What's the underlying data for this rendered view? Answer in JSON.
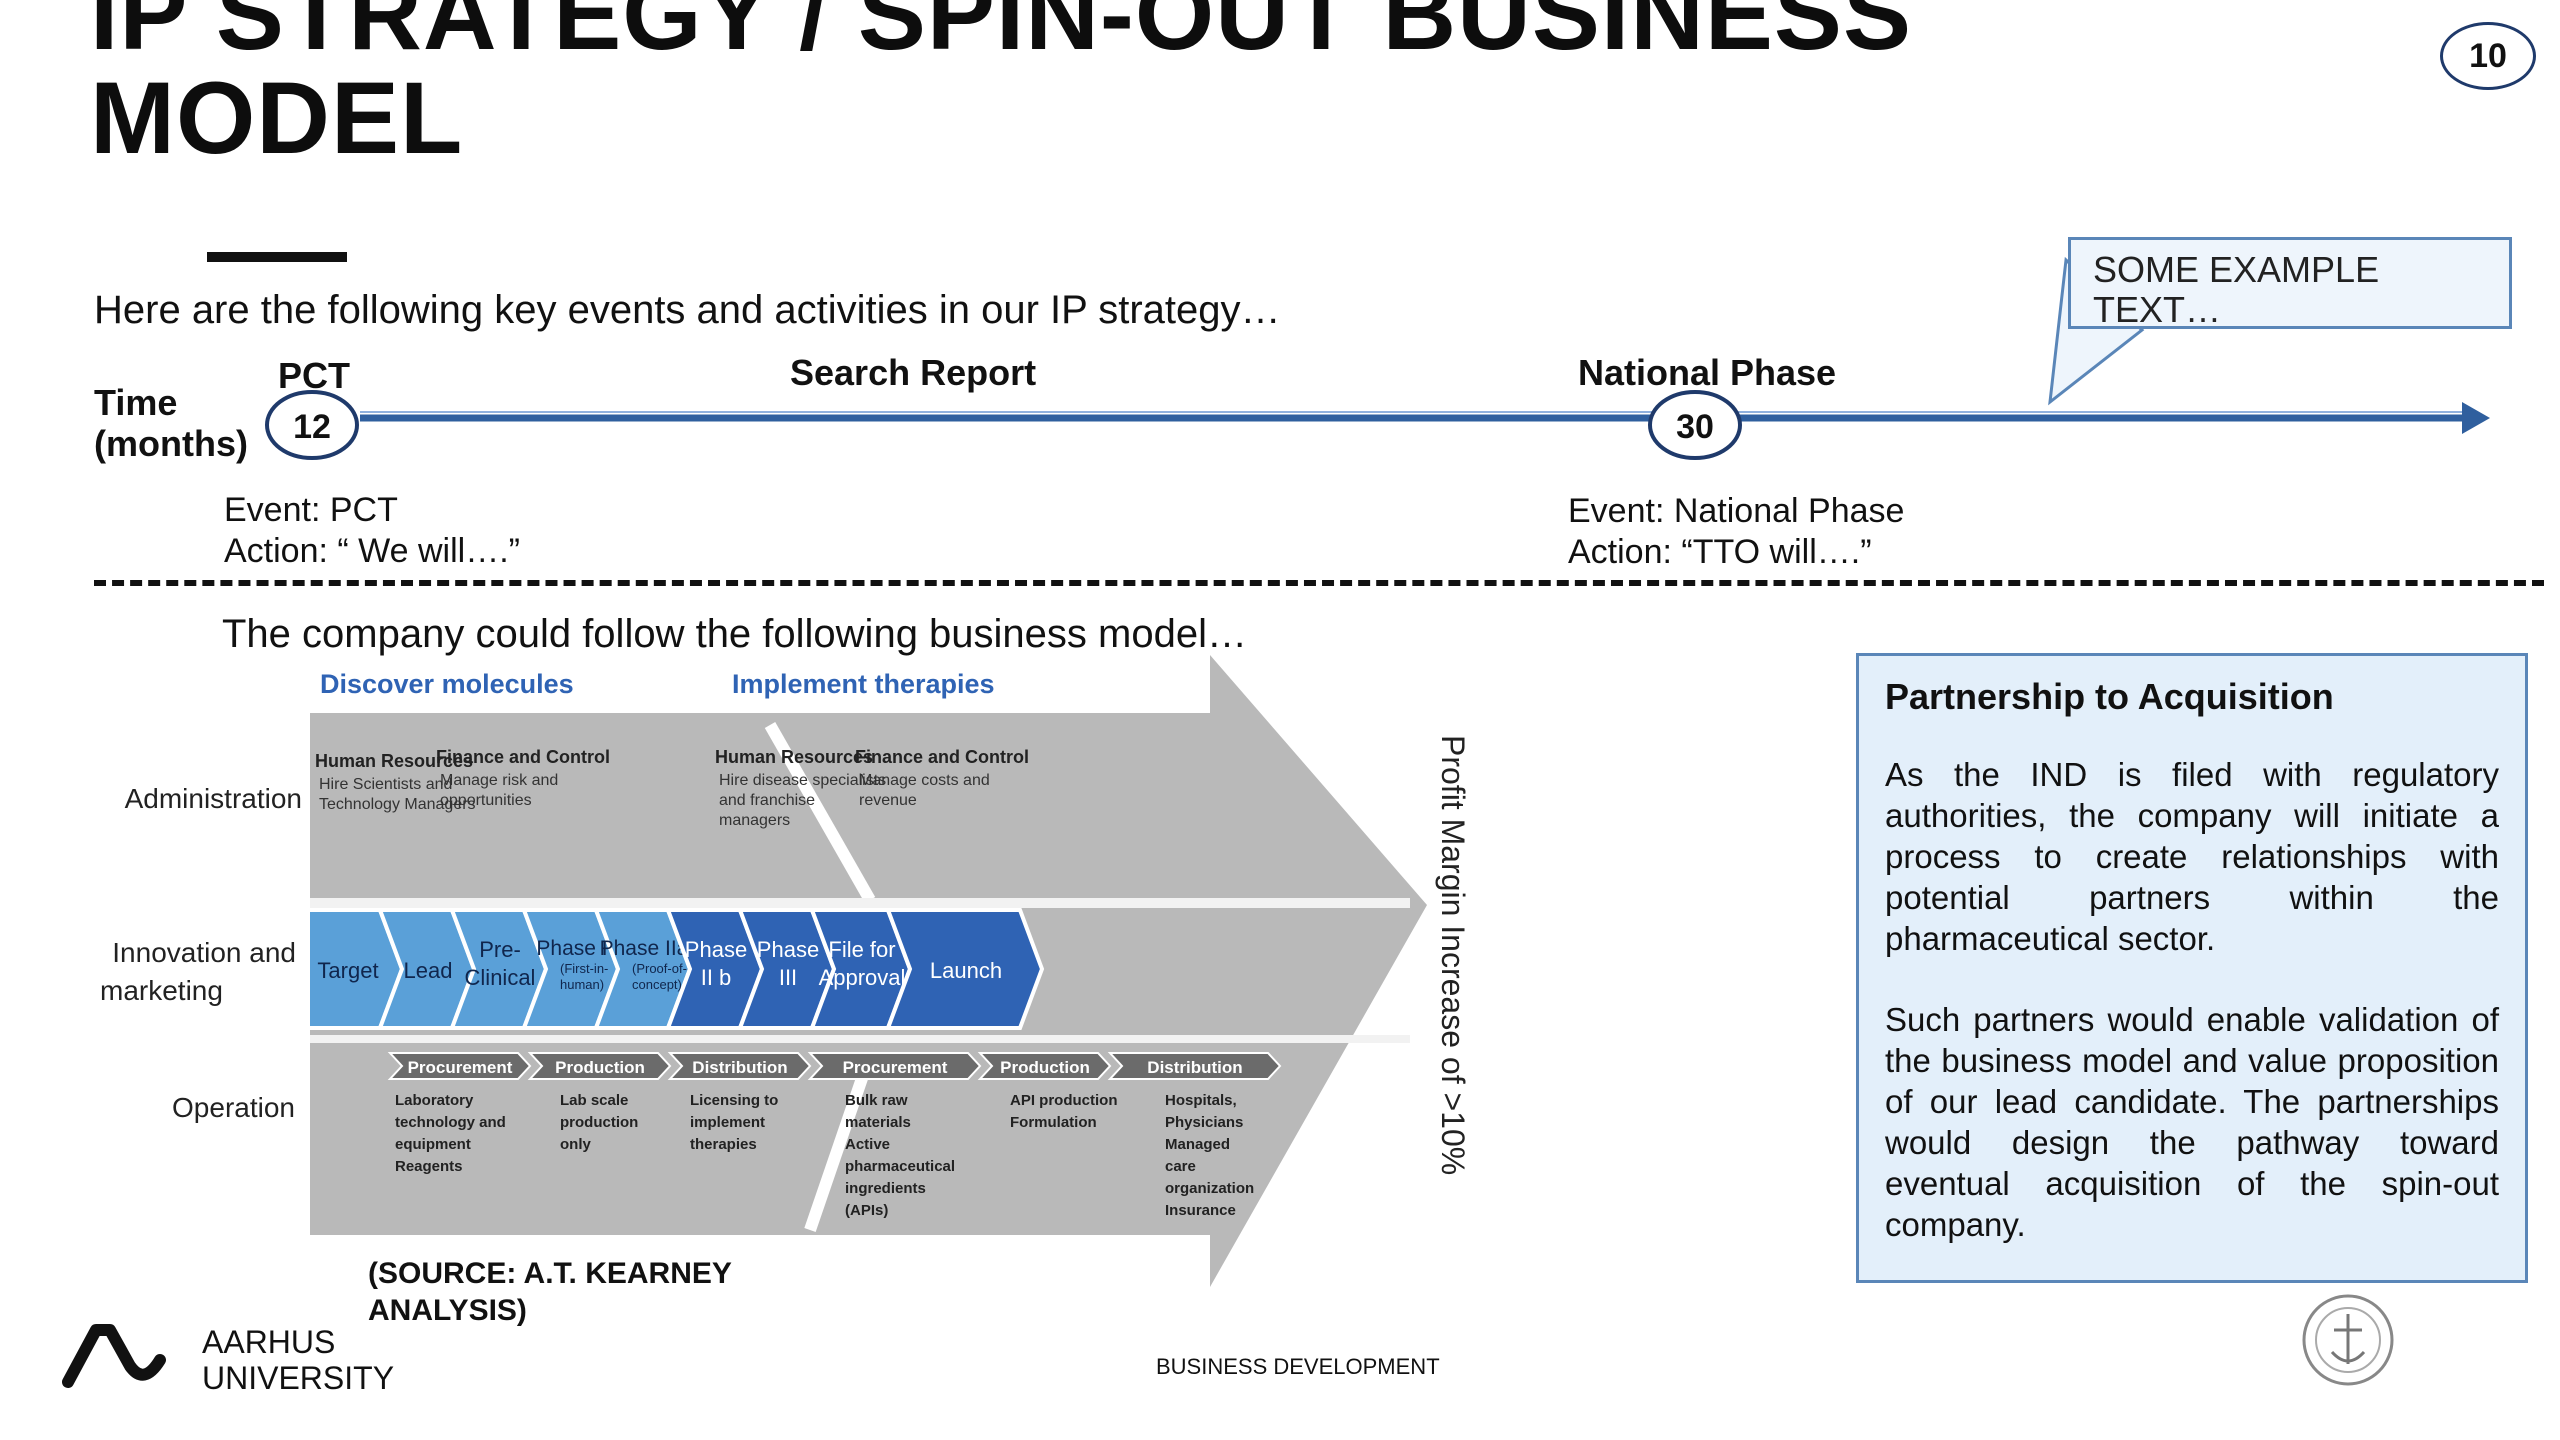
{
  "title_line1": "IP STRATEGY / SPIN-OUT BUSINESS",
  "title_line2": "MODEL",
  "page_number": "10",
  "intro": "Here are the following key events and activities in our IP strategy…",
  "callout": "SOME EXAMPLE TEXT…",
  "timeline": {
    "axis_label_line1": "Time",
    "axis_label_line2": "(months)",
    "milestones": [
      {
        "label": "PCT",
        "value": "12"
      },
      {
        "label": "Search Report"
      },
      {
        "label": "National Phase",
        "value": "30"
      }
    ],
    "events": [
      {
        "event": "Event: PCT",
        "action": "Action: “ We will….”"
      },
      {
        "event": "Event: National Phase",
        "action": "Action: “TTO will….”"
      }
    ]
  },
  "business_model_intro": "The company could follow the following business model…",
  "chart": {
    "headers": [
      "Discover molecules",
      "Implement therapies"
    ],
    "rows": [
      "Administration",
      "Innovation and",
      "marketing",
      "Operation"
    ],
    "admin": [
      {
        "title": "Human Resources",
        "lines": [
          "Hire Scientists and",
          "Technology Managers"
        ]
      },
      {
        "title": "Finance and Control",
        "lines": [
          "Manage risk and",
          "opportunities"
        ]
      },
      {
        "title": "Human Resources",
        "lines": [
          "Hire disease specialists",
          "and franchise",
          "managers"
        ]
      },
      {
        "title": "Finance and Control",
        "lines": [
          "Manage costs and",
          "revenue"
        ]
      }
    ],
    "stages": [
      {
        "l1": "Target"
      },
      {
        "l1": "Lead"
      },
      {
        "l1": "Pre-",
        "l2": "Clinical"
      },
      {
        "l1": "Phase I",
        "s1": "(First-in-",
        "s2": "human)"
      },
      {
        "l1": "Phase IIa",
        "s1": "(Proof-of-",
        "s2": "concept)"
      },
      {
        "l1": "Phase",
        "l2": "II b"
      },
      {
        "l1": "Phase",
        "l2": "III"
      },
      {
        "l1": "File for",
        "l2": "Approval"
      },
      {
        "l1": "Launch"
      }
    ],
    "operation_tabs": [
      "Procurement",
      "Production",
      "Distribution",
      "Procurement",
      "Production",
      "Distribution"
    ],
    "operation_items": [
      [
        "Laboratory",
        "technology and",
        "equipment",
        "Reagents"
      ],
      [
        "Lab scale",
        "production",
        "only"
      ],
      [
        "Licensing to",
        "implement",
        "therapies"
      ],
      [
        "Bulk raw",
        "materials",
        "Active",
        "pharmaceutical",
        "ingredients",
        "(APIs)"
      ],
      [
        "API production",
        "Formulation"
      ],
      [
        "Hospitals,",
        "Physicians",
        "Managed",
        "care",
        "organization",
        "Insurance"
      ]
    ],
    "vertical_label": "Profit Margin Increase of >10%"
  },
  "source_line1": "(SOURCE: A.T. KEARNEY",
  "source_line2": "ANALYSIS)",
  "side_box": {
    "title": "Partnership to Acquisition",
    "p1": "As the IND is filed with regulatory authorities, the company will initiate a process to create relationships with potential partners within the pharmaceutical sector.",
    "p2": "Such partners would enable validation of the business model and value proposition of our lead candidate. The partnerships would design the pathway toward eventual acquisition of the spin-out company."
  },
  "logo_line1": "AARHUS",
  "logo_line2": "UNIVERSITY",
  "footer": "BUSINESS DEVELOPMENT",
  "colors": {
    "accent_blue": "#1f4f9a",
    "stage_light": "#5aa0d8",
    "stage_dark": "#2f63b4",
    "chevron_gray": "#b9b9b9",
    "box_fill": "#e3effa"
  }
}
